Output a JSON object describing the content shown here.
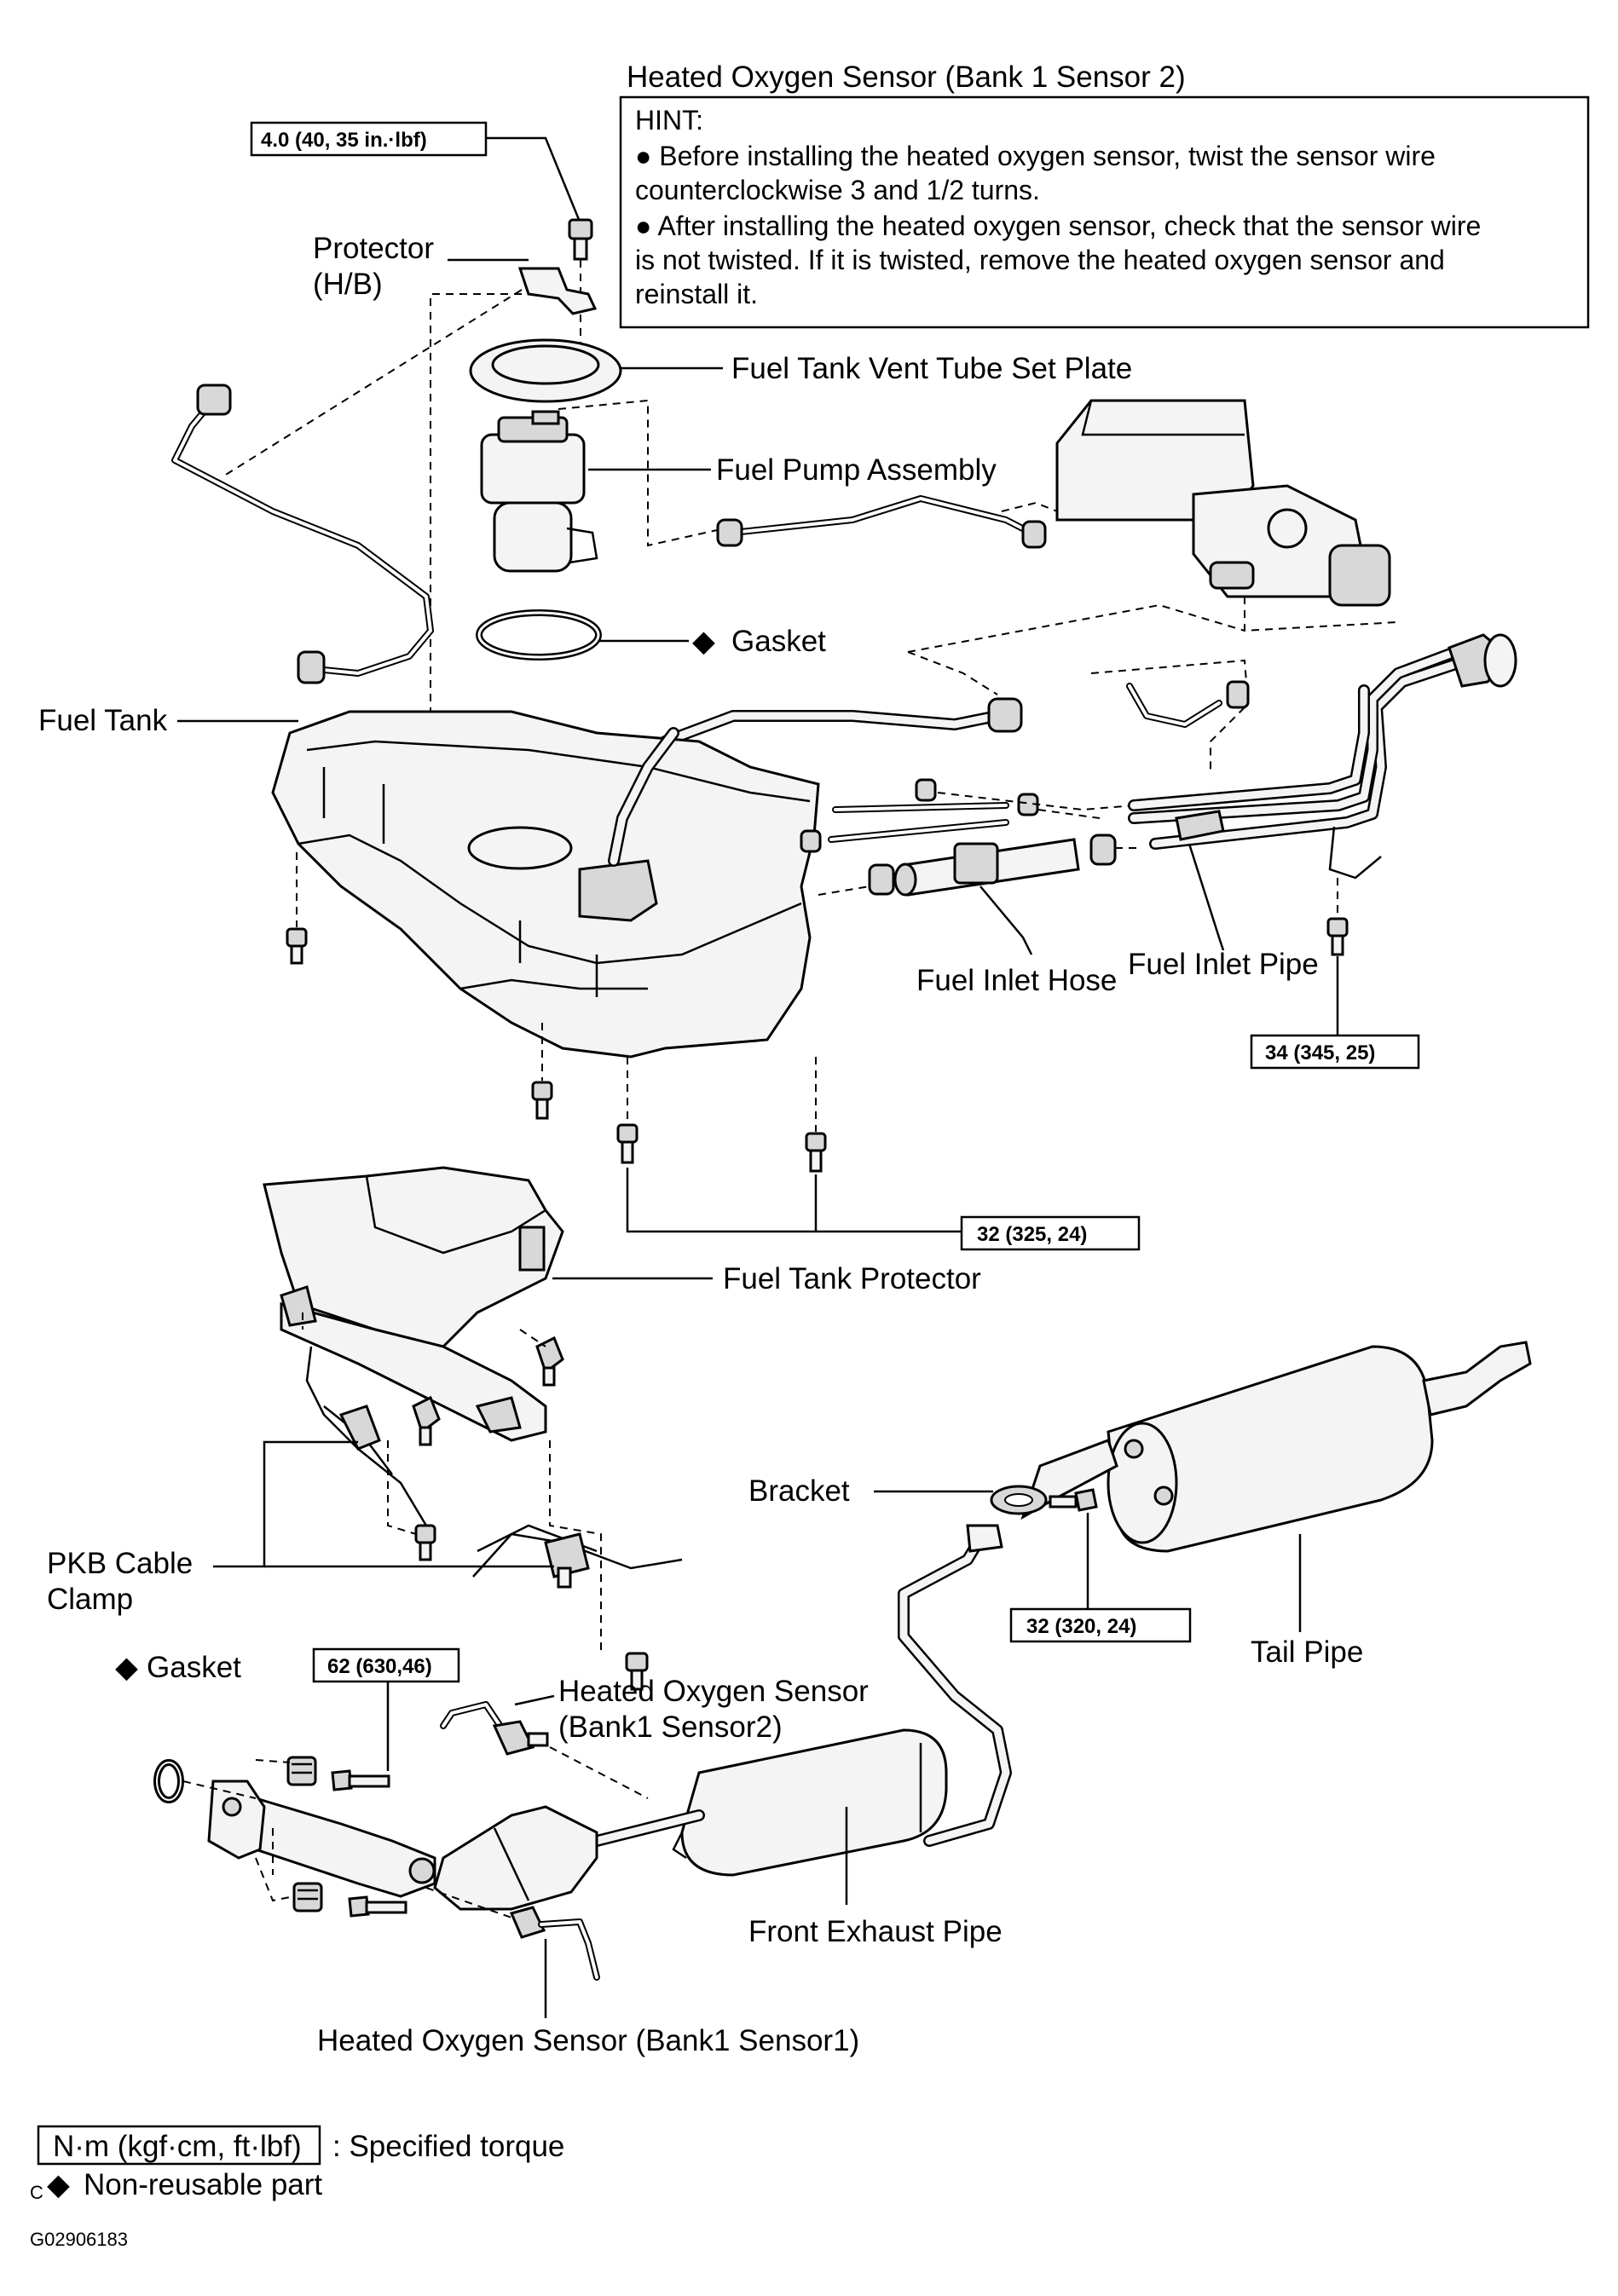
{
  "labels": {
    "heated_o2_b1s2_title": "Heated Oxygen Sensor (Bank 1 Sensor 2)",
    "protector_hb_line1": "Protector",
    "protector_hb_line2": "(H/B)",
    "vent_tube_set_plate": "Fuel Tank Vent Tube Set Plate",
    "fuel_pump_assembly": "Fuel Pump Assembly",
    "gasket_top": "Gasket",
    "fuel_tank": "Fuel Tank",
    "fuel_inlet_hose": "Fuel Inlet Hose",
    "fuel_inlet_pipe": "Fuel Inlet Pipe",
    "fuel_tank_protector": "Fuel Tank Protector",
    "bracket": "Bracket",
    "pkb_cable_clamp_line1": "PKB  Cable",
    "pkb_cable_clamp_line2": "Clamp",
    "tail_pipe": "Tail Pipe",
    "gasket_bottom": "Gasket",
    "heated_o2_b1s2_line1": "Heated Oxygen Sensor",
    "heated_o2_b1s2_line2": "(Bank1 Sensor2)",
    "front_exhaust_pipe": "Front Exhaust Pipe",
    "heated_o2_b1s1": "Heated Oxygen Sensor (Bank1 Sensor1)"
  },
  "torques": {
    "protector_bolt": "4.0 (40, 35 in.·lbf)",
    "inlet_pipe_bolt": "34 (345, 25)",
    "tank_bolts": "32 (325, 24)",
    "tail_pipe_bolt": "32 (320, 24)",
    "manifold_nuts": "62 (630,46)"
  },
  "hint": {
    "title": "HINT:",
    "lines": [
      "● Before installing the heated oxygen sensor, twist the sensor wire",
      "counterclockwise 3 and 1/2 turns.",
      "● After installing the heated oxygen sensor, check that the sensor wire",
      "is not twisted. If it is twisted, remove the heated oxygen sensor and",
      "reinstall it."
    ]
  },
  "legend": {
    "torque_unit": "N·m (kgf·cm, ft·lbf)",
    "torque_desc": ": Specified torque",
    "corner_mark": "C",
    "nonreusable_desc": "Non-reusable part"
  },
  "symbols": {
    "nonreusable": "◆"
  },
  "figure_id": "G02906183"
}
